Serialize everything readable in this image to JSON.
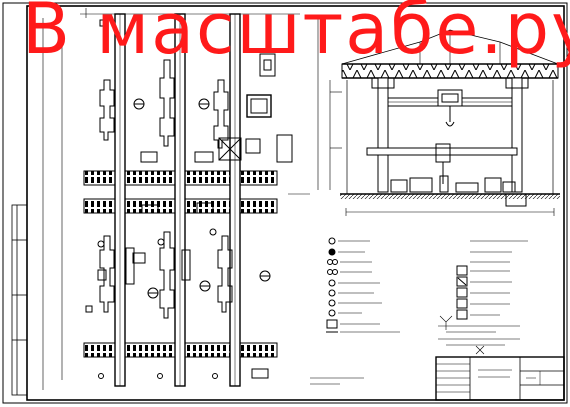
{
  "watermark": "В масштабе.ру",
  "colors": {
    "line": "#000000",
    "watermark": "#ff1a1a",
    "background": "#ffffff"
  },
  "symbols": {
    "left": [
      "symbol-1",
      "symbol-2",
      "symbol-3",
      "symbol-4",
      "symbol-5",
      "symbol-6",
      "symbol-7",
      "symbol-8",
      "symbol-9",
      "symbol-10"
    ],
    "right": [
      "symbol-11",
      "symbol-12",
      "symbol-13",
      "symbol-14",
      "symbol-15",
      "symbol-16",
      "symbol-17",
      "symbol-18"
    ]
  }
}
